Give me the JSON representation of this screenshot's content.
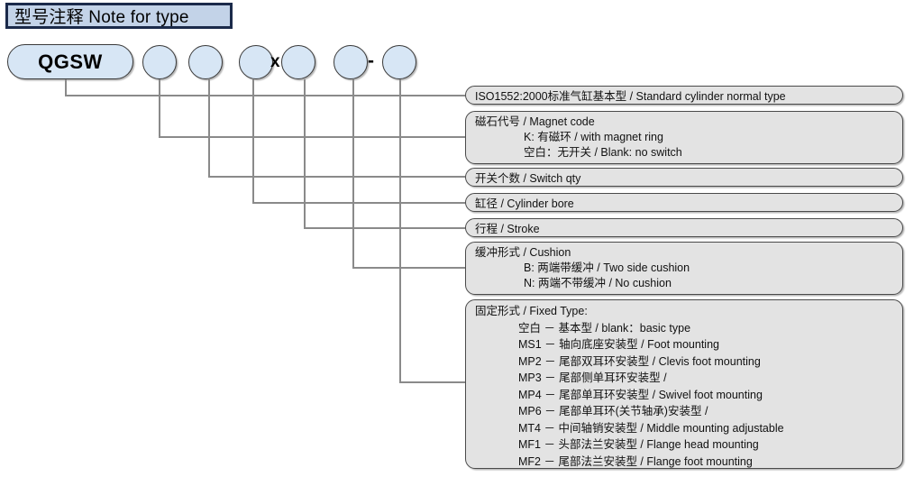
{
  "header": {
    "title": "型号注释 Note for type"
  },
  "code_row": {
    "prefix_label": "QGSW",
    "multiply_symbol": "x",
    "dash_symbol": "-",
    "blank_bubbles": [
      "",
      "",
      "",
      "",
      "",
      ""
    ]
  },
  "notes": [
    {
      "id": "standard-type",
      "title": "ISO1552:2000标准气缸基本型 / Standard cylinder normal type",
      "lines": []
    },
    {
      "id": "magnet-code",
      "title": "磁石代号 / Magnet code",
      "lines": [
        "K: 有磁环 / with magnet ring",
        "空白：无开关 / Blank: no switch"
      ]
    },
    {
      "id": "switch-qty",
      "title": "开关个数 / Switch qty",
      "lines": []
    },
    {
      "id": "cylinder-bore",
      "title": "缸径 / Cylinder bore",
      "lines": []
    },
    {
      "id": "stroke",
      "title": "行程 / Stroke",
      "lines": []
    },
    {
      "id": "cushion",
      "title": "缓冲形式 / Cushion",
      "lines": [
        "B: 两端带缓冲 / Two side cushion",
        "N: 两端不带缓冲 / No cushion"
      ]
    },
    {
      "id": "fixed-type",
      "title": "固定形式 / Fixed Type:",
      "lines": [
        "空白 － 基本型 / blank：basic type",
        "MS1 － 轴向底座安装型 / Foot mounting",
        "MP2 － 尾部双耳环安装型 / Clevis foot mounting",
        "MP3 － 尾部侧单耳环安装型 /",
        "MP4 － 尾部单耳环安装型 / Swivel foot mounting",
        "MP6 － 尾部单耳环(关节轴承)安装型 /",
        "MT4 － 中间轴销安装型 / Middle mounting adjustable",
        "MF1 － 头部法兰安装型 / Flange head mounting",
        "MF2 － 尾部法兰安装型 / Flange foot mounting"
      ]
    }
  ],
  "colors": {
    "title_fill": "#c3d3e8",
    "title_border": "#1b2a4a",
    "bubble_fill": "#d7e6f5",
    "bubble_border": "#3a3a3a",
    "note_fill": "#e3e3e3",
    "note_border": "#4a4a4a",
    "leader_line": "#8a8a8a"
  }
}
